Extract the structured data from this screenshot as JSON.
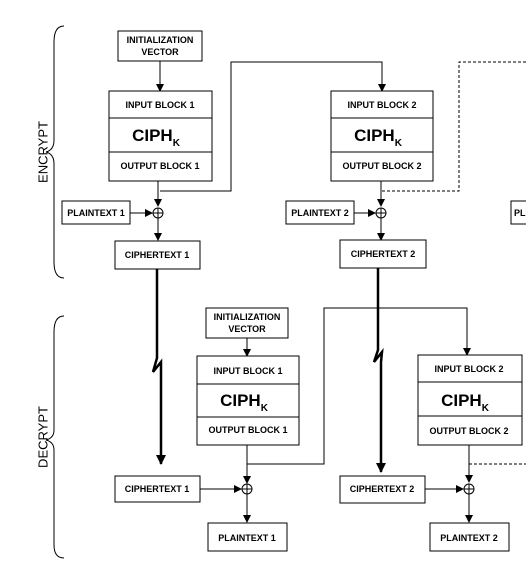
{
  "sections": {
    "encrypt": "ENCRYPT",
    "decrypt": "DECRYPT"
  },
  "encrypt": {
    "iv": {
      "line1": "INITIALIZATION",
      "line2": "VECTOR"
    },
    "block1": {
      "input": "INPUT BLOCK 1",
      "cipher": "CIPH",
      "cipher_sub": "K",
      "output": "OUTPUT BLOCK 1"
    },
    "block2": {
      "input": "INPUT BLOCK 2",
      "cipher": "CIPH",
      "cipher_sub": "K",
      "output": "OUTPUT BLOCK 2"
    },
    "plaintext1": "PLAINTEXT 1",
    "plaintext2": "PLAINTEXT 2",
    "plaintext3_partial": "PL",
    "ciphertext1": "CIPHERTEXT 1",
    "ciphertext2": "CIPHERTEXT 2"
  },
  "decrypt": {
    "iv": {
      "line1": "INITIALIZATION",
      "line2": "VECTOR"
    },
    "block1": {
      "input": "INPUT BLOCK 1",
      "cipher": "CIPH",
      "cipher_sub": "K",
      "output": "OUTPUT BLOCK 1"
    },
    "block2": {
      "input": "INPUT BLOCK 2",
      "cipher": "CIPH",
      "cipher_sub": "K",
      "output": "OUTPUT BLOCK 2"
    },
    "ciphertext1": "CIPHERTEXT 1",
    "ciphertext2": "CIPHERTEXT 2",
    "plaintext1": "PLAINTEXT 1",
    "plaintext2": "PLAINTEXT 2"
  }
}
